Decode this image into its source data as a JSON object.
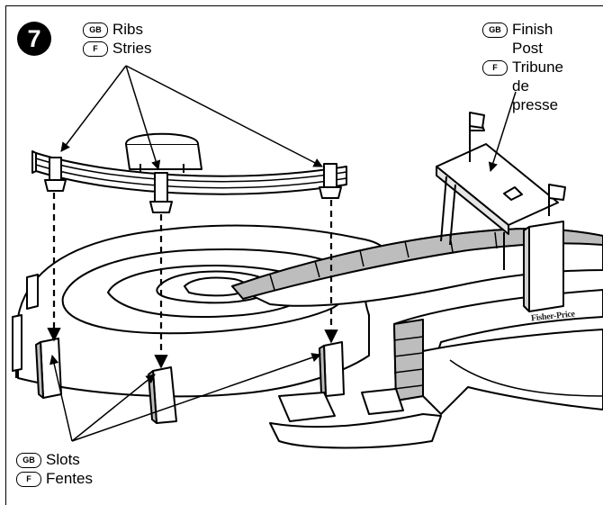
{
  "step_number": "7",
  "labels": {
    "ribs": {
      "gb_badge": "GB",
      "gb_text": "Ribs",
      "f_badge": "F",
      "f_text": "Stries"
    },
    "finish": {
      "gb_badge": "GB",
      "gb_text": "Finish\nPost",
      "f_badge": "F",
      "f_text": "Tribune\nde\npresse"
    },
    "slots": {
      "gb_badge": "GB",
      "gb_text": "Slots",
      "f_badge": "F",
      "f_text": "Fentes"
    }
  },
  "brand_text": "Fisher-Price",
  "colors": {
    "line": "#000000",
    "wall_shade": "#bdbdbd",
    "background": "#ffffff"
  }
}
